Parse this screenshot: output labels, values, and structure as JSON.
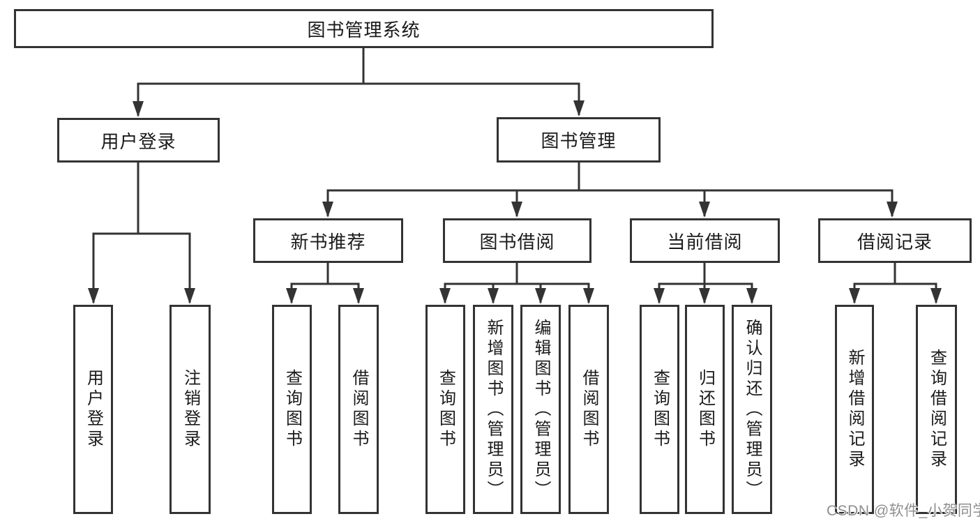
{
  "diagram": {
    "title": "图书管理系统",
    "root": {
      "label": "图书管理系统"
    },
    "level2": {
      "user_login": {
        "label": "用户登录"
      },
      "book_management": {
        "label": "图书管理"
      }
    },
    "level3": [
      {
        "label": "新书推荐"
      },
      {
        "label": "图书借阅"
      },
      {
        "label": "当前借阅"
      },
      {
        "label": "借阅记录"
      }
    ],
    "leaves": {
      "user_login": [
        "用户登录",
        "注销登录"
      ],
      "new_book": [
        "查询图书",
        "借阅图书"
      ],
      "book_borrow": [
        "查询图书",
        "新增图书（管理员）",
        "编辑图书（管理员）",
        "借阅图书"
      ],
      "current_borrow": [
        "查询图书",
        "归还图书",
        "确认归还（管理员）"
      ],
      "borrow_record": [
        "新增借阅记录",
        "查询借阅记录"
      ]
    }
  },
  "watermark": {
    "text": "CSDN @软件_小贺同学"
  },
  "colors": {
    "line": "#333333",
    "text": "#1a1a1a",
    "watermark_text": "#8f8f8f",
    "background": "#ffffff"
  }
}
